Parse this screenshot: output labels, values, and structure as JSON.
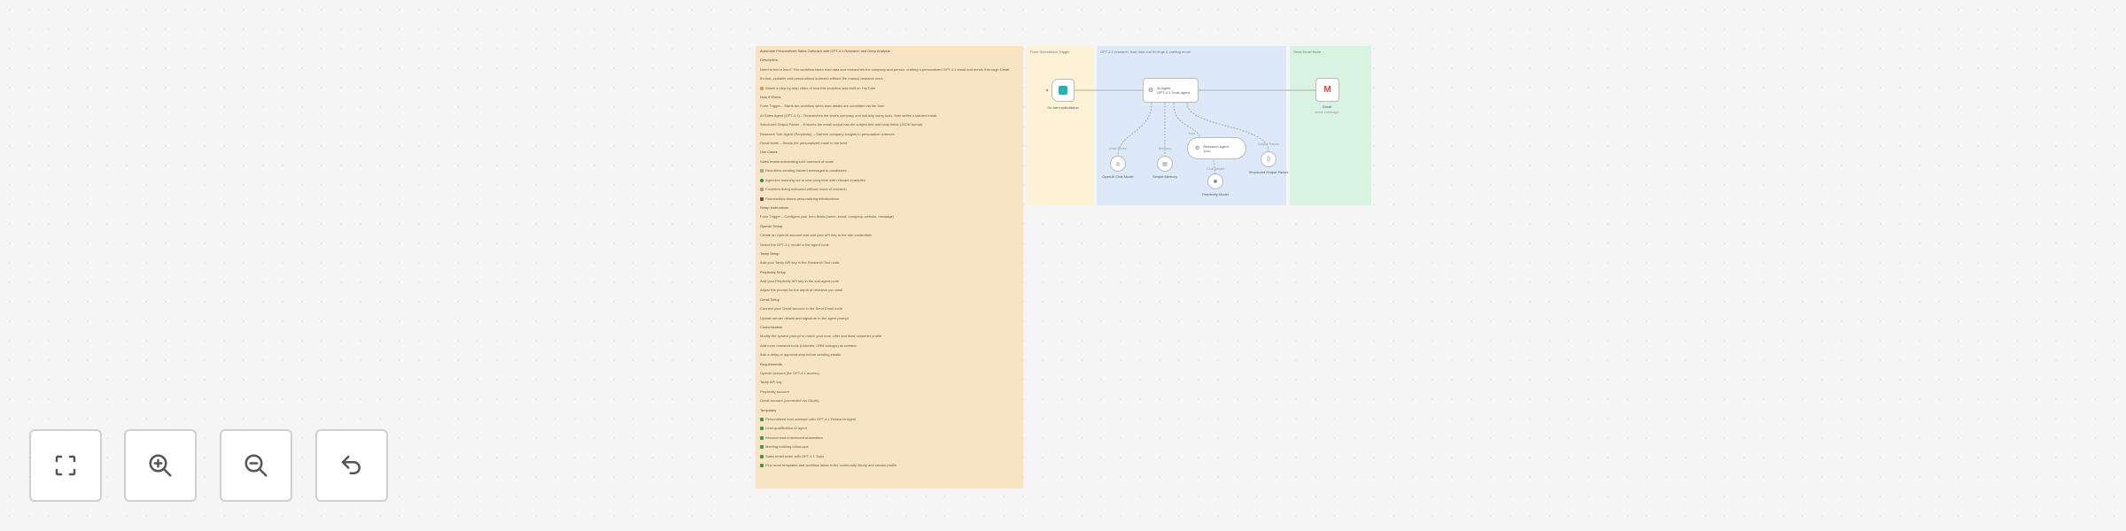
{
  "sticky_note": {
    "lines": [
      {
        "text": "Automate Personalized Sales Outreach with GPT-4.1 Research and Deep Analysis",
        "head": true
      },
      {
        "text": "Description",
        "head": true
      },
      {
        "text": "Need to find a lead? This workflow takes lead data and researches the company and person, crafting a personalized GPT-4.1 email and sends it through Gmail."
      },
      {
        "text": "It's fast, scalable and personalized outreach without the manual research work."
      },
      {
        "text": "Watch a step-by-step video of how this workflow was built on YouTube",
        "icon": "video",
        "color": "#d9a23a"
      },
      {
        "text": "How it Works",
        "head": true
      },
      {
        "text": "Form Trigger – Starts the workflow when lead details are submitted via the form"
      },
      {
        "text": "AI Sales Agent (GPT-4.1) – Researches the lead's company and industry using tools, then writes a tailored email."
      },
      {
        "text": "Structured Output Parser – Ensures the email output has the subject line and body fields (JSON format)"
      },
      {
        "text": "Research Sub-Agent (Perplexity) – Gathers company insights to personalize outreach"
      },
      {
        "text": "Gmail Node – Sends the personalized email to the lead"
      },
      {
        "text": "Use Cases",
        "head": true
      },
      {
        "text": "Sales teams automating cold outreach at scale"
      },
      {
        "text": "Recruiters sending tailored messages to candidates",
        "icon": "check",
        "color": "#9aa"
      },
      {
        "text": "Agencies reaching out to new prospects with relevant examples",
        "icon": "dot",
        "color": "#2a8a5a"
      },
      {
        "text": "Founders doing outbound without hours of research",
        "icon": "box",
        "color": "#a98"
      },
      {
        "text": "Partnerships teams personalizing introductions",
        "icon": "box",
        "color": "#554"
      },
      {
        "text": "Setup Instructions",
        "head": true
      },
      {
        "text": "Form Trigger – Configure your form fields (name, email, company, website, message)"
      },
      {
        "text": "OpenAI Setup",
        "head": true
      },
      {
        "text": "Create an OpenAI account and add your API key to the n8n credentials"
      },
      {
        "text": "Select the GPT-4.1 model in the agent node"
      },
      {
        "text": "Tavily Setup",
        "head": true
      },
      {
        "text": "Add your Tavily API key in the Research Tool node"
      },
      {
        "text": "Perplexity Setup",
        "head": true
      },
      {
        "text": "Add your Perplexity API key in the sub-agent node"
      },
      {
        "text": "Adjust the prompt for the depth of research you want"
      },
      {
        "text": "Gmail Setup",
        "head": true
      },
      {
        "text": "Connect your Gmail account in the Send Email node"
      },
      {
        "text": "Update sender details and signature in the agent prompt"
      },
      {
        "text": "Customization",
        "head": true
      },
      {
        "text": "Modify the system prompt to match your tone, offer and ideal customer profile"
      },
      {
        "text": "Add more research tools (LinkedIn, CRM lookups) as needed"
      },
      {
        "text": "Add a delay or approval step before sending emails"
      },
      {
        "text": "Requirements",
        "head": true
      },
      {
        "text": "OpenAI account (for GPT-4.1 access)"
      },
      {
        "text": "Tavily API key"
      },
      {
        "text": "Perplexity account"
      },
      {
        "text": "Gmail account (connected via OAuth)"
      },
      {
        "text": "Templates",
        "head": true
      },
      {
        "text": "Personalized lead outreach with GPT-4.1 Research Agent",
        "icon": "box",
        "color": "#3a9a3a"
      },
      {
        "text": "Lead qualification AI agent",
        "icon": "box",
        "color": "#3a9a3a"
      },
      {
        "text": "Inbound lead enrichment automation",
        "icon": "box",
        "color": "#3a9a3a"
      },
      {
        "text": "Meeting booking follow-ups",
        "icon": "box",
        "color": "#3a9a3a"
      },
      {
        "text": "Sales email writer with GPT-4.1 Tools",
        "icon": "box",
        "color": "#3a9a3a"
      },
      {
        "text": "Find more templates and workflow ideas in the community library and creator profile",
        "icon": "box",
        "color": "#3a9a3a"
      }
    ]
  },
  "sections": {
    "trigger": {
      "title": "Form Submission Trigger"
    },
    "agent": {
      "title": "GPT-4.1 research, lead data and findings & crafting email"
    },
    "send": {
      "title": "Send Email Node"
    }
  },
  "nodes": {
    "form": {
      "label": "On form submission",
      "icon": "form-icon"
    },
    "agent": {
      "label": "AI Agent",
      "sublabel": "GPT-4.1 Tools Agent"
    },
    "model": {
      "label": "OpenAI Chat Model",
      "port": "Chat Model"
    },
    "memory": {
      "label": "Simple Memory",
      "port": "Memory"
    },
    "subagent": {
      "label": "Research Agent Tool",
      "port": "Tool"
    },
    "perplexity": {
      "label": "Perplexity Model",
      "port": "Chat Model"
    },
    "parser": {
      "label": "Structured Output Parser",
      "port": "Output Parser"
    },
    "gmail": {
      "label": "Gmail",
      "sublabel": "send: message"
    }
  },
  "colors": {
    "note": "#f8e3c3",
    "trigger_bg": "#fdf1d6",
    "agent_bg": "#dde9f8",
    "send_bg": "#d9f3e3",
    "form_icon": "#1fb3b3"
  },
  "controls": [
    {
      "name": "zoom-to-fit-button",
      "icon": "fit-view-icon"
    },
    {
      "name": "zoom-in-button",
      "icon": "zoom-in-icon"
    },
    {
      "name": "zoom-out-button",
      "icon": "zoom-out-icon"
    },
    {
      "name": "reset-zoom-button",
      "icon": "undo-icon"
    }
  ]
}
